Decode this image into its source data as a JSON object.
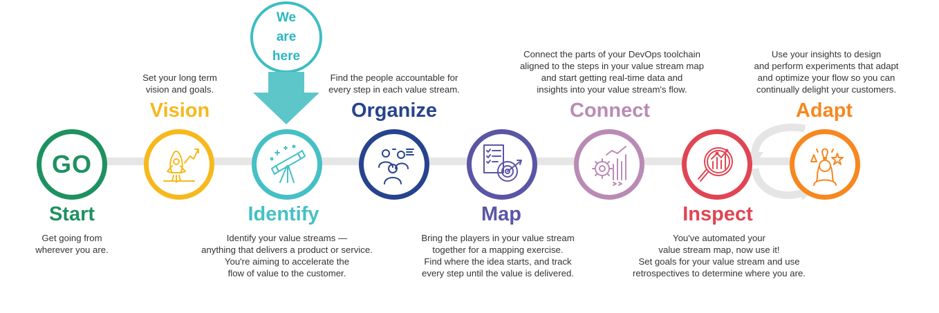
{
  "marker": {
    "lines": [
      "We",
      "are",
      "here"
    ]
  },
  "colors": {
    "start": "#1e9160",
    "vision": "#f6b81c",
    "identify": "#45c0c4",
    "organize": "#27438d",
    "map": "#5b55a6",
    "connect": "#b98bb4",
    "inspect": "#e04553",
    "adapt": "#f7871f"
  },
  "steps": [
    {
      "id": "start",
      "title": "Start",
      "circle_text": "GO",
      "icon": "go-badge",
      "desc": [
        "Get going from",
        "wherever you are."
      ]
    },
    {
      "id": "vision",
      "title": "Vision",
      "icon": "rocket-icon",
      "desc": [
        "Set your long term",
        "vision and goals."
      ]
    },
    {
      "id": "identify",
      "title": "Identify",
      "icon": "telescope-icon",
      "desc": [
        "Identify your value streams —",
        "anything that delivers a product or service.",
        "You're aiming to accelerate the",
        "flow of value to the customer."
      ]
    },
    {
      "id": "organize",
      "title": "Organize",
      "icon": "team-icon",
      "desc": [
        "Find the people accountable for",
        "every step in each value stream."
      ]
    },
    {
      "id": "map",
      "title": "Map",
      "icon": "target-checklist-icon",
      "desc": [
        "Bring the players in your value stream",
        "together for a mapping exercise.",
        "Find where the idea starts, and track",
        "every step until the value is delivered."
      ]
    },
    {
      "id": "connect",
      "title": "Connect",
      "icon": "gear-chart-icon",
      "desc": [
        "Connect the parts of your DevOps toolchain",
        "aligned to the steps in your value stream map",
        "and start getting real-time data and",
        "insights into your value stream's flow."
      ]
    },
    {
      "id": "inspect",
      "title": "Inspect",
      "icon": "magnifier-chart-icon",
      "desc": [
        "You've automated your",
        "value stream map, now use it!",
        "Set goals for your value stream and use",
        "retrospectives to determine where you are."
      ]
    },
    {
      "id": "adapt",
      "title": "Adapt",
      "icon": "person-idea-icon",
      "desc": [
        "Use your insights to design",
        "and perform experiments that adapt",
        "and optimize your flow so you can",
        "continually delight your customers."
      ]
    }
  ]
}
